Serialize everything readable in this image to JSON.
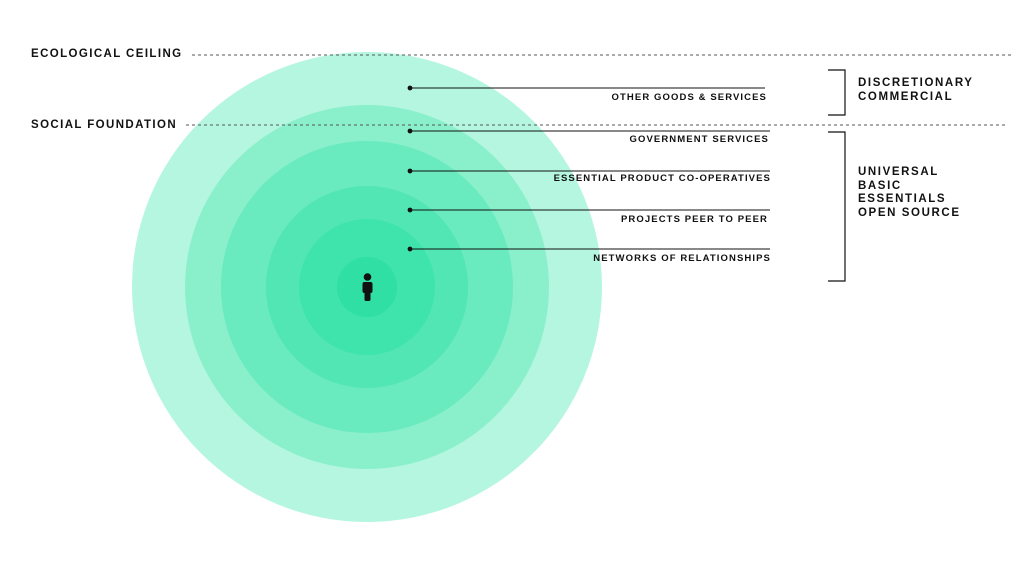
{
  "thresholds": {
    "ecological_ceiling": "ECOLOGICAL CEILING",
    "social_foundation": "SOCIAL FOUNDATION"
  },
  "layers": [
    {
      "label": "OTHER GOODS & SERVICES",
      "color": "#b5f6e0"
    },
    {
      "label": "GOVERNMENT SERVICES",
      "color": "#8af0cc"
    },
    {
      "label": "ESSENTIAL PRODUCT CO-OPERATIVES",
      "color": "#6aeabf"
    },
    {
      "label": "PROJECTS PEER TO PEER",
      "color": "#52e6b4"
    },
    {
      "label": "NETWORKS OF RELATIONSHIPS",
      "color": "#3fe3ac"
    }
  ],
  "center": {
    "color": "#2fdfa3",
    "icon": "person-icon"
  },
  "groups": {
    "discretionary": {
      "line1": "DISCRETIONARY",
      "line2": "COMMERCIAL"
    },
    "universal": {
      "line1": "UNIVERSAL",
      "line2": "BASIC",
      "line3": "ESSENTIALS",
      "line4": "OPEN SOURCE"
    }
  }
}
